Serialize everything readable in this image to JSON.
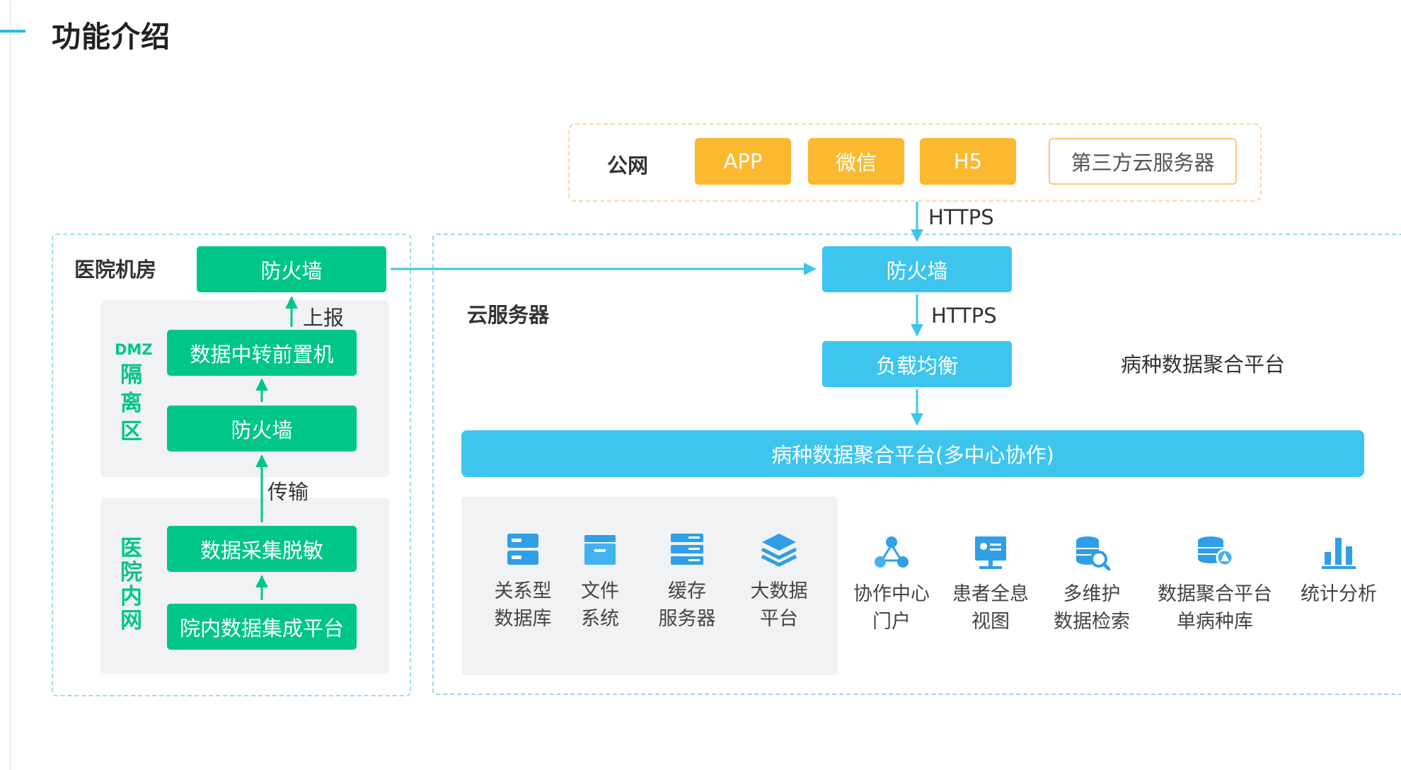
{
  "page": {
    "title": "功能介绍"
  },
  "public": {
    "label": "公网",
    "app": "APP",
    "wechat": "微信",
    "h5": "H5",
    "third_party": "第三方云服务器"
  },
  "links": {
    "https_top": "HTTPS",
    "https_mid": "HTTPS"
  },
  "hospital": {
    "label": "医院机房",
    "firewall": "防火墙",
    "report_label": "上报",
    "transfer_label": "传输",
    "dmz": {
      "tag": "DMZ",
      "chars": [
        "隔",
        "离",
        "区"
      ],
      "relay": "数据中转前置机",
      "firewall": "防火墙"
    },
    "intranet": {
      "chars": [
        "医",
        "院",
        "内",
        "网"
      ],
      "collect": "数据采集脱敏",
      "integration": "院内数据集成平台"
    }
  },
  "cloud": {
    "label": "云服务器",
    "firewall": "防火墙",
    "load_balance": "负载均衡",
    "side_title": "病种数据聚合平台",
    "platform_bar": "病种数据聚合平台(多中心协作)",
    "infra": [
      {
        "icon": "database-icon",
        "line1": "关系型",
        "line2": "数据库"
      },
      {
        "icon": "folder-icon",
        "line1": "文件",
        "line2": "系统"
      },
      {
        "icon": "server-icon",
        "line1": "缓存",
        "line2": "服务器"
      },
      {
        "icon": "layers-icon",
        "line1": "大数据",
        "line2": "平台"
      }
    ],
    "features": [
      {
        "icon": "collaboration-icon",
        "line1": "协作中心",
        "line2": "门户"
      },
      {
        "icon": "patient-view-icon",
        "line1": "患者全息",
        "line2": "视图"
      },
      {
        "icon": "data-search-icon",
        "line1": "多维护",
        "line2": "数据检索"
      },
      {
        "icon": "disease-db-icon",
        "line1": "数据聚合平台",
        "line2": "单病种库"
      },
      {
        "icon": "statistics-icon",
        "line1": "统计分析",
        "line2": ""
      }
    ]
  },
  "colors": {
    "accent_blue": "#3ec5ee",
    "accent_green": "#00c68a",
    "accent_orange": "#fbb92f",
    "icon_blue": "#2f9fe6"
  }
}
